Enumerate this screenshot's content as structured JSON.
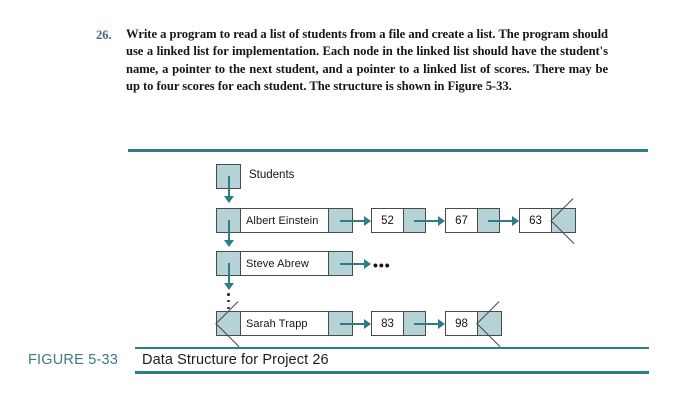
{
  "exercise": {
    "number": "26.",
    "text": "Write a program to read a list of students from a file and create a list. The program should use a linked list for implementation. Each node in the linked list should have the student's name, a pointer to the next student, and a pointer to a linked list of scores. There may be up to four scores for each student. The structure is shown in Figure 5-33."
  },
  "figure": {
    "caption_label": "FIGURE 5-33",
    "caption_text": "Data Structure for Project 26",
    "head_label": "Students",
    "continuation_marker": "•••",
    "colors": {
      "accent_teal": "#2d7d86",
      "box_fill": "#b5d2d6",
      "box_border": "#4a4a4a",
      "caption_teal": "#3d7b84",
      "number_teal": "#3d6b72"
    },
    "students": [
      {
        "name": "Albert Einstein",
        "next_pointer": "link",
        "scores": [
          "52",
          "67",
          "63"
        ],
        "scores_terminated": true
      },
      {
        "name": "Steve Abrew",
        "next_pointer": "link",
        "scores": [],
        "scores_continued": "•••"
      },
      {
        "name": "Sarah Trapp",
        "next_pointer": "null",
        "scores": [
          "83",
          "98"
        ],
        "scores_terminated": true
      }
    ]
  }
}
